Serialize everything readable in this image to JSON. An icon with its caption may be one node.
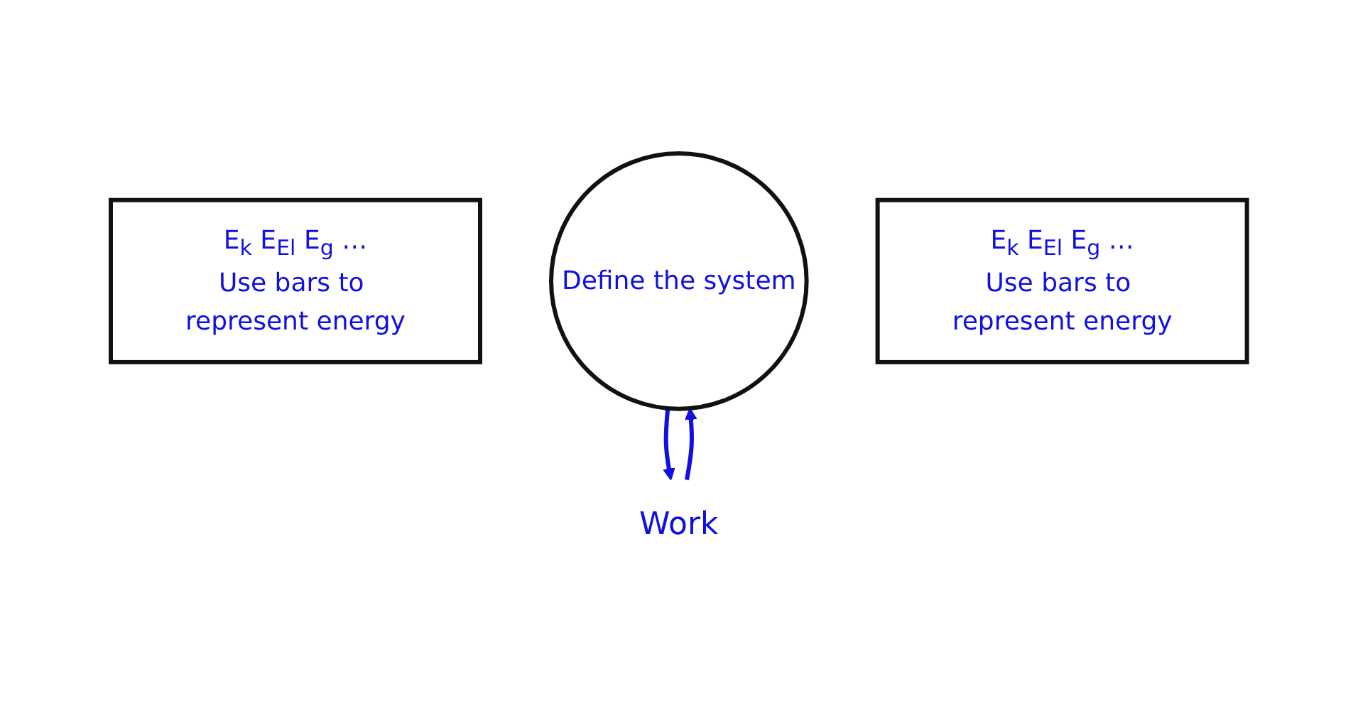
{
  "diagram": {
    "nodes": [
      {
        "text": [
          "E$_{k}$ E$_{El}$ E$_{g}$ …",
          "Use bars to represent energy"
        ]
      },
      {
        "text": [
          "Define the system"
        ]
      },
      {
        "text": [
          "E$_{k}$ E$_{El}$ E$_{g}$ …",
          "Use bars to represent energy"
        ]
      },
      {
        "text": [
          "Work"
        ]
      }
    ],
    "edges": [
      {
        "from": 3,
        "to": 1,
        "arrow": "to"
      },
      {
        "from": 1,
        "to": 3,
        "arrow": "to"
      }
    ]
  }
}
